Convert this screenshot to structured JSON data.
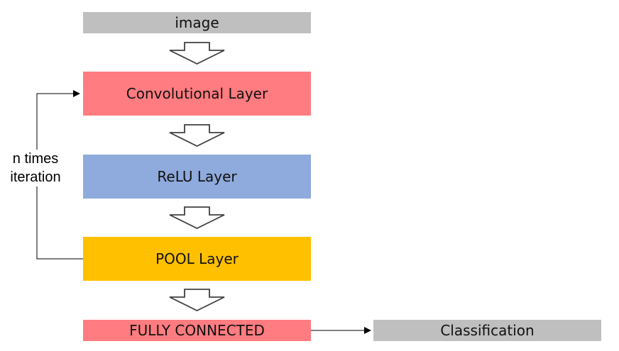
{
  "diagram": {
    "nodes": {
      "image": "image",
      "conv": "Convolutional Layer",
      "relu": "ReLU Layer",
      "pool": "POOL Layer",
      "fc": "FULLY CONNECTED",
      "classification": "Classification"
    },
    "loop_label": {
      "line1": "n times",
      "line2": "iteration"
    },
    "colors": {
      "gray": "#bfbfbf",
      "pink": "#ff7c80",
      "blue": "#8faadc",
      "orange": "#ffc000",
      "line": "#000000"
    }
  }
}
